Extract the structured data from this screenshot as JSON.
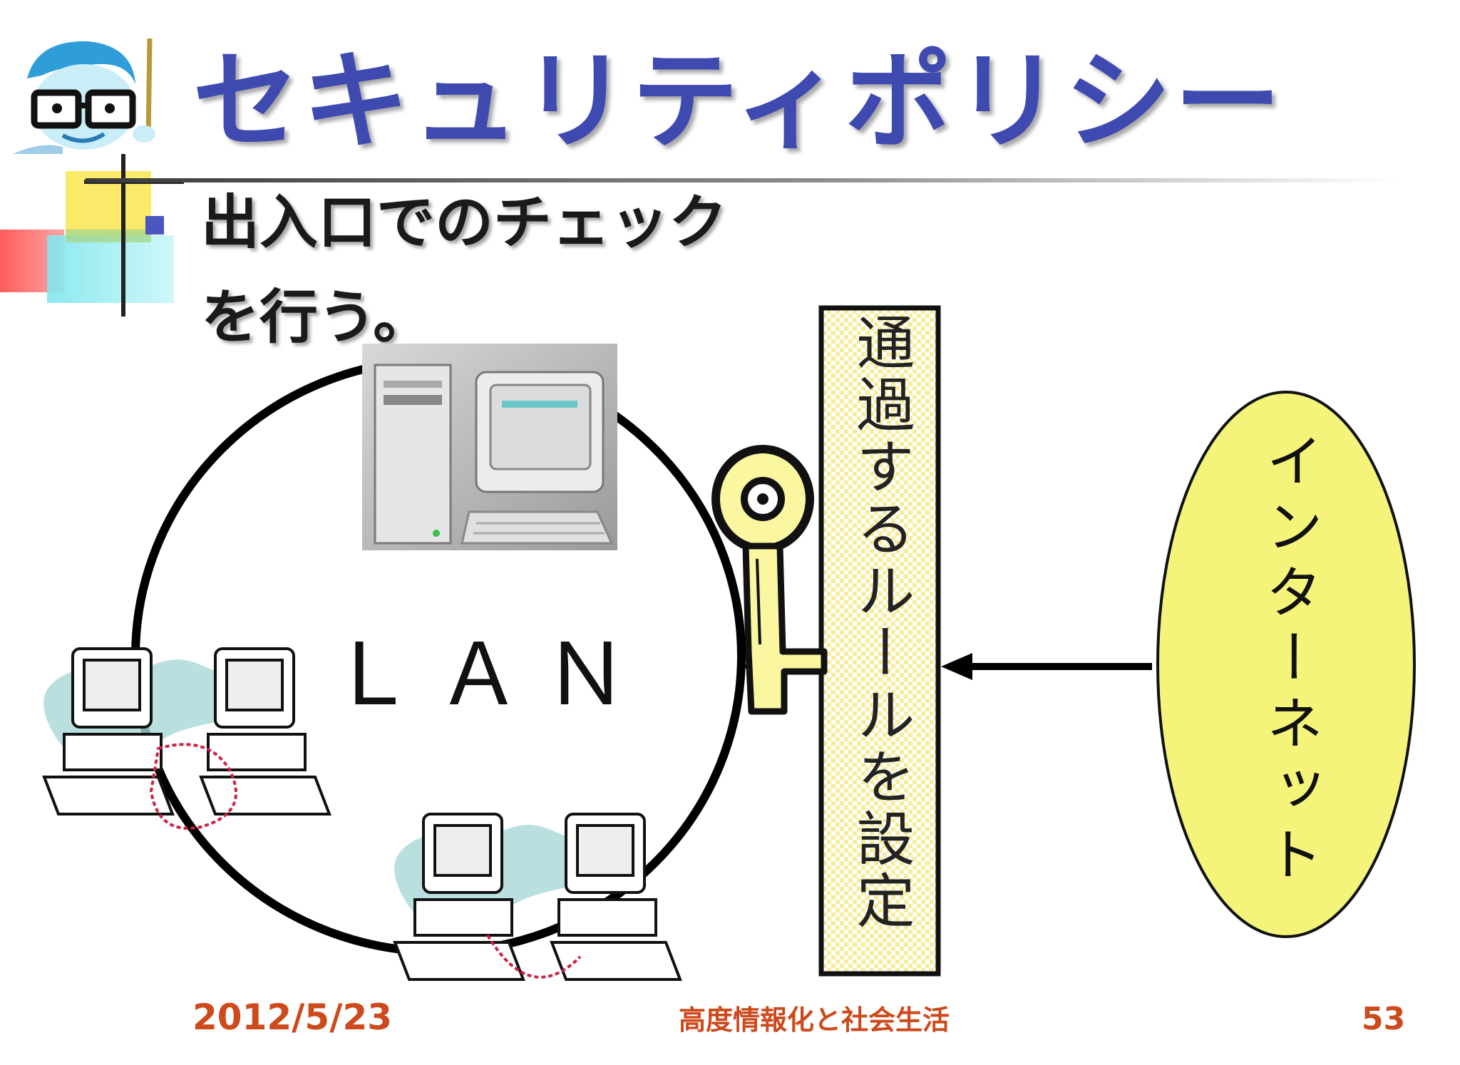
{
  "slide": {
    "title": "セキュリティポリシー",
    "bullet_line1": "出入口でのチェック",
    "bullet_line2": "を行う。"
  },
  "diagram": {
    "lan_label": "ＬＡＮ",
    "rule_box_text": "通過するルールを設定",
    "internet_label": "インターネット"
  },
  "footer": {
    "date": "2012/5/23",
    "course": "高度情報化と社会生活",
    "page_number": "53"
  },
  "colors": {
    "title": "#3e4ab0",
    "bullet": "#4a55c0",
    "footer": "#cc4a1c",
    "internet_fill": "#f4f47a",
    "rule_box_fill": "#f2e69a",
    "key_fill": "#fbf6a0"
  },
  "icons": [
    "teacher-mascot-icon",
    "server-computer-icon",
    "key-icon",
    "desktop-computer-icon",
    "arrow-left-icon"
  ]
}
